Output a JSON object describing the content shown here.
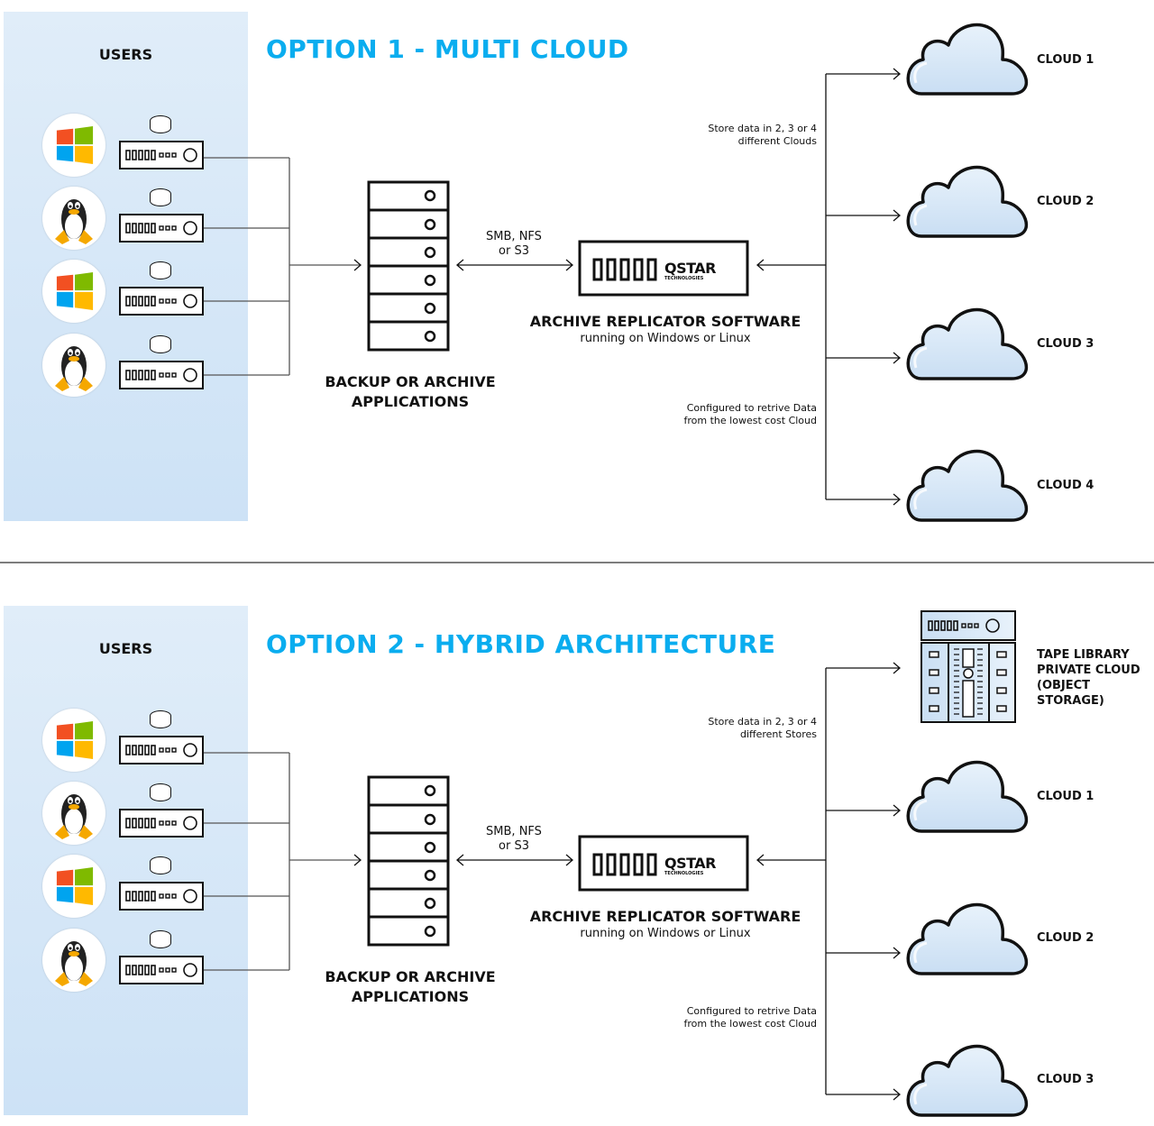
{
  "option1": {
    "title": "OPTION 1 - MULTI CLOUD",
    "users_label": "USERS",
    "user_os": [
      "windows",
      "linux",
      "windows",
      "linux"
    ],
    "backup_label_line1": "BACKUP OR ARCHIVE",
    "backup_label_line2": "APPLICATIONS",
    "protocol_line1": "SMB, NFS",
    "protocol_line2": "or S3",
    "replicator_title": "ARCHIVE REPLICATOR SOFTWARE",
    "replicator_subtitle": "running on Windows or Linux",
    "qstar_logo": "QSTAR",
    "qstar_logo_sub": "TECHNOLOGIES",
    "store_note_line1": "Store data in 2, 3 or 4",
    "store_note_line2": "different Clouds",
    "retrieve_note_line1": "Configured to retrive Data",
    "retrieve_note_line2": "from the lowest cost Cloud",
    "targets": [
      {
        "type": "cloud",
        "label": "CLOUD 1"
      },
      {
        "type": "cloud",
        "label": "CLOUD 2"
      },
      {
        "type": "cloud",
        "label": "CLOUD 3"
      },
      {
        "type": "cloud",
        "label": "CLOUD 4"
      }
    ]
  },
  "option2": {
    "title": "OPTION 2 - HYBRID ARCHITECTURE",
    "users_label": "USERS",
    "user_os": [
      "windows",
      "linux",
      "windows",
      "linux"
    ],
    "backup_label_line1": "BACKUP OR ARCHIVE",
    "backup_label_line2": "APPLICATIONS",
    "protocol_line1": "SMB, NFS",
    "protocol_line2": "or S3",
    "replicator_title": "ARCHIVE REPLICATOR SOFTWARE",
    "replicator_subtitle": "running on Windows or Linux",
    "qstar_logo": "QSTAR",
    "qstar_logo_sub": "TECHNOLOGIES",
    "store_note_line1": "Store data in 2, 3 or 4",
    "store_note_line2": "different Stores",
    "retrieve_note_line1": "Configured to retrive Data",
    "retrieve_note_line2": "from the lowest cost Cloud",
    "tape_label_line1": "TAPE LIBRARY",
    "tape_label_line2": "PRIVATE CLOUD",
    "tape_label_line3": "(OBJECT STORAGE)",
    "targets": [
      {
        "type": "tape",
        "label": "TAPE LIBRARY PRIVATE CLOUD (OBJECT STORAGE)"
      },
      {
        "type": "cloud",
        "label": "CLOUD 1"
      },
      {
        "type": "cloud",
        "label": "CLOUD 2"
      },
      {
        "type": "cloud",
        "label": "CLOUD 3"
      }
    ]
  },
  "colors": {
    "title_blue": "#0aadef",
    "panel_light": "#e0edf9",
    "panel_dark": "#cde2f6",
    "cloud_fill": "#d4e6f7"
  }
}
